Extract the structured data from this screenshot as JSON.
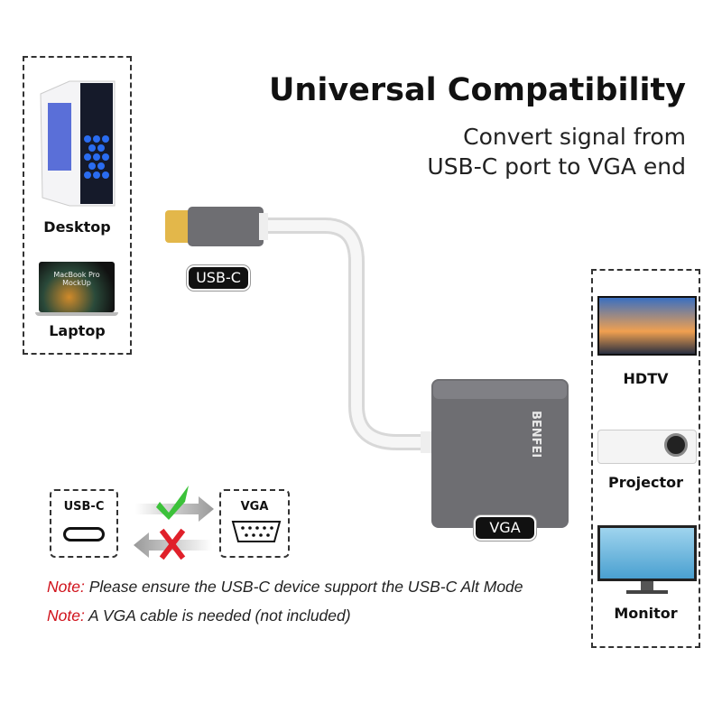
{
  "header": {
    "title": "Universal Compatibility",
    "subtitle_line1": "Convert signal from",
    "subtitle_line2": "USB-C port to VGA end"
  },
  "source_devices": [
    {
      "label": "Desktop",
      "icon": "desktop-pc-icon"
    },
    {
      "label": "Laptop",
      "icon": "laptop-icon",
      "screen_text": "MacBook Pro MockUp"
    }
  ],
  "target_devices": [
    {
      "label": "HDTV",
      "icon": "tv-icon"
    },
    {
      "label": "Projector",
      "icon": "projector-icon"
    },
    {
      "label": "Monitor",
      "icon": "monitor-icon"
    }
  ],
  "adapter": {
    "brand": "BENFEI",
    "input_label": "USB-C",
    "output_label": "VGA"
  },
  "direction_diagram": {
    "left_label": "USB-C",
    "right_label": "VGA",
    "forward": "check-icon",
    "reverse": "cross-icon"
  },
  "notes": [
    {
      "prefix": "Note:",
      "text": " Please ensure the USB-C device support the USB-C Alt Mode"
    },
    {
      "prefix": "Note:",
      "text": " A VGA cable is needed (not included)"
    }
  ],
  "colors": {
    "note_red": "#d0121b",
    "check_green": "#3cc23a",
    "cross_red": "#e0202a",
    "adapter_gray": "#6e6e72"
  }
}
